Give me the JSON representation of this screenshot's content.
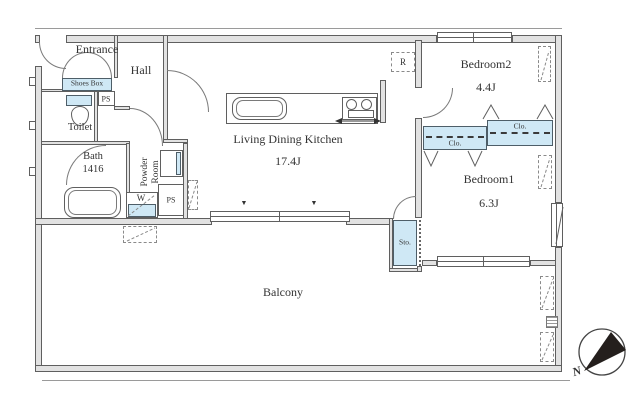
{
  "labels": {
    "entrance": "Entrance",
    "shoes_box": "Shoes Box",
    "hall": "Hall",
    "ps_top": "PS",
    "toilet": "Toilet",
    "bath": "Bath",
    "bath_size": "1416",
    "powder_room": "Powder Room",
    "washer": "W",
    "ps_bottom": "PS",
    "ldk": "Living Dining Kitchen",
    "ldk_area": "17.4J",
    "fridge": "R",
    "bedroom2": "Bedroom2",
    "bedroom2_area": "4.4J",
    "closet_bedroom2": "Clo.",
    "closet_bedroom1": "Clo.",
    "bedroom1": "Bedroom1",
    "bedroom1_area": "6.3J",
    "storage": "Sto.",
    "balcony": "Balcony",
    "compass_north": "N",
    "window_marker": "▼"
  },
  "colors": {
    "fixture_fill": "#cfe8f5",
    "wall_fill": "#e2e2e2",
    "wall_line": "#5f5f5f",
    "text": "#333333",
    "compass_needle": "#241f1d"
  }
}
